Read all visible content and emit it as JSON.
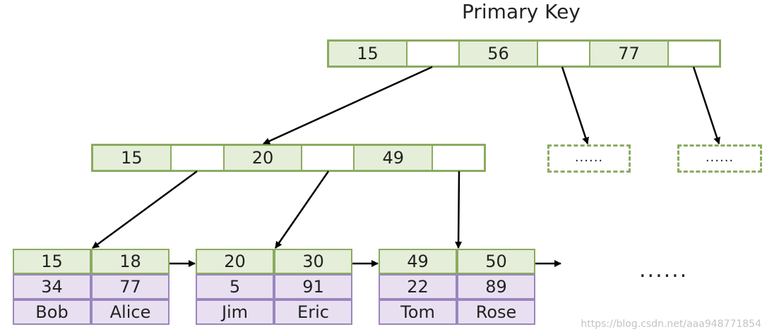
{
  "title": "Primary Key",
  "root": {
    "keys": [
      "15",
      "56",
      "77"
    ]
  },
  "internal": {
    "keys": [
      "15",
      "20",
      "49"
    ]
  },
  "stubs": [
    "......",
    "......"
  ],
  "leaves": [
    {
      "keys": [
        "15",
        "18"
      ],
      "values": [
        "34",
        "77"
      ],
      "names": [
        "Bob",
        "Alice"
      ]
    },
    {
      "keys": [
        "20",
        "30"
      ],
      "values": [
        "5",
        "91"
      ],
      "names": [
        "Jim",
        "Eric"
      ]
    },
    {
      "keys": [
        "49",
        "50"
      ],
      "values": [
        "22",
        "89"
      ],
      "names": [
        "Tom",
        "Rose"
      ]
    }
  ],
  "more_text": "......",
  "watermark": "https://blog.csdn.net/aaa948771854",
  "colors": {
    "key_fill": "#e5eed8",
    "key_border": "#8aab60",
    "value_fill": "#e8e0f1",
    "value_border": "#9b86bd",
    "arrow": "#000000"
  }
}
